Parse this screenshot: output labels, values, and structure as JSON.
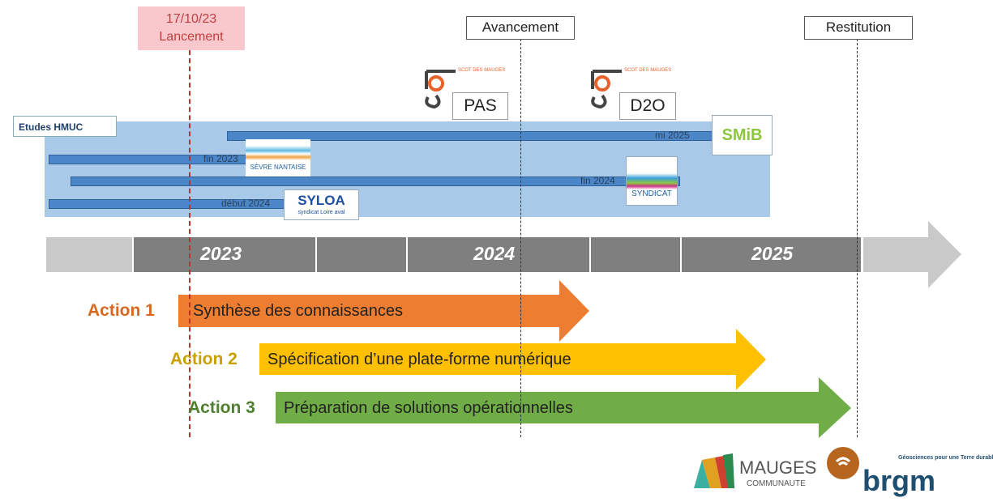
{
  "milestones": {
    "launch": {
      "date": "17/10/23",
      "label": "Lancement"
    },
    "progress": "Avancement",
    "restitution": "Restitution"
  },
  "scot": [
    {
      "logo_text": "SCOT DES MAUGES",
      "doc": "PAS"
    },
    {
      "logo_text": "SCOT DES MAUGES",
      "doc": "D2O"
    }
  ],
  "studies": {
    "title": "Etudes HMUC",
    "bars": [
      {
        "end": "mi 2025",
        "logo": "SMiB"
      },
      {
        "end": "fin 2023",
        "logo": "SÈVRE NANTAISE"
      },
      {
        "end": "fin 2024",
        "logo": "SYNDICAT"
      },
      {
        "end": "début 2024",
        "logo": "SYLOA",
        "logo_sub": "syndicat Loire aval"
      }
    ]
  },
  "timeline": {
    "years": [
      "2023",
      "2024",
      "2025"
    ]
  },
  "actions": [
    {
      "label": "Action 1",
      "text": "Synthèse des connaissances",
      "color": "#ed7d31"
    },
    {
      "label": "Action 2",
      "text": "Spécification d’une plate-forme numérique",
      "color": "#ffc000"
    },
    {
      "label": "Action 3",
      "text": "Préparation de solutions opérationnelles",
      "color": "#70ad47"
    }
  ],
  "partners": {
    "mauges": {
      "line1": "MAUGES",
      "line2": "COMMUNAUTE"
    },
    "brgm": {
      "name": "brgm",
      "tagline": "Géosciences pour une Terre durable"
    }
  }
}
